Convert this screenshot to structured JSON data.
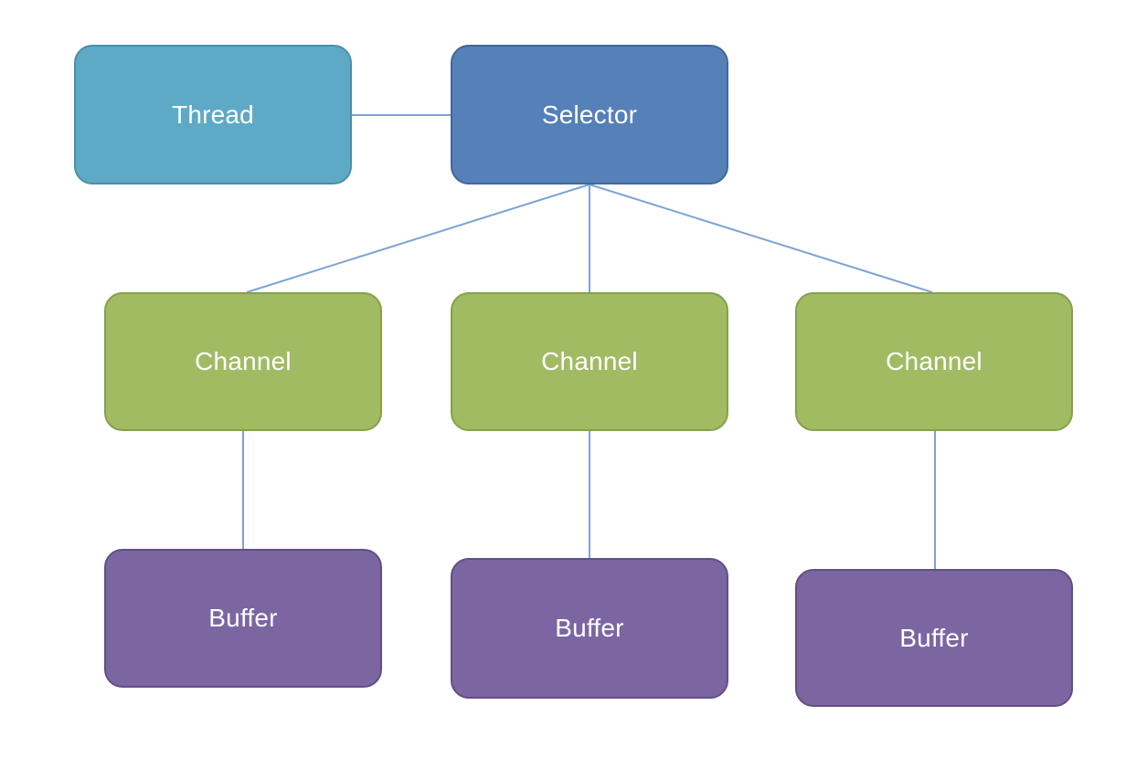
{
  "diagram": {
    "nodes": {
      "thread": {
        "label": "Thread"
      },
      "selector": {
        "label": "Selector"
      },
      "channel_1": {
        "label": "Channel"
      },
      "channel_2": {
        "label": "Channel"
      },
      "channel_3": {
        "label": "Channel"
      },
      "buffer_1": {
        "label": "Buffer"
      },
      "buffer_2": {
        "label": "Buffer"
      },
      "buffer_3": {
        "label": "Buffer"
      }
    },
    "edges": [
      {
        "from": "thread",
        "to": "selector"
      },
      {
        "from": "selector",
        "to": "channel_1"
      },
      {
        "from": "selector",
        "to": "channel_2"
      },
      {
        "from": "selector",
        "to": "channel_3"
      },
      {
        "from": "channel_1",
        "to": "buffer_1"
      },
      {
        "from": "channel_2",
        "to": "buffer_2"
      },
      {
        "from": "channel_3",
        "to": "buffer_3"
      }
    ],
    "colors": {
      "thread_fill": "#5eaac6",
      "thread_border": "#4a8fa8",
      "selector_fill": "#5580b8",
      "selector_border": "#41679a",
      "channel_fill": "#a1bb63",
      "channel_border": "#86a04a",
      "buffer_fill": "#7b66a2",
      "buffer_border": "#624f86",
      "connector": "#7ea3d3"
    }
  }
}
